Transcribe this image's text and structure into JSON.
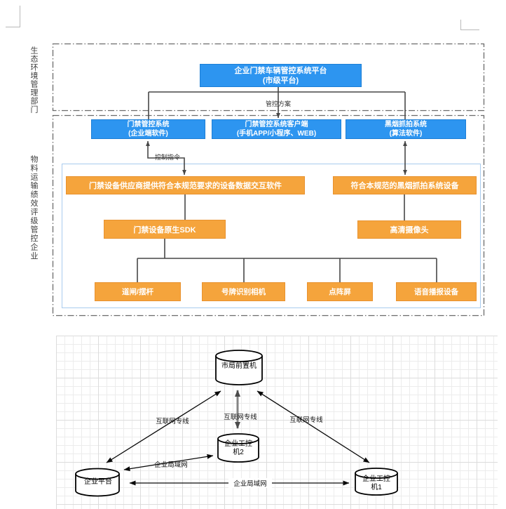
{
  "top_diagram": {
    "region1_label": "生态环境管理部门",
    "region2_label": "物料运输绩效评级管控企业",
    "platform": {
      "line1": "企业门禁车辆管控系统平台",
      "line2": "(市级平台)"
    },
    "plan_label": "管控方案",
    "cmd_label": "控制指令",
    "systems": [
      {
        "line1": "门禁管控系统",
        "line2": "(企业端软件)"
      },
      {
        "line1": "门禁管控系统客户端",
        "line2": "(手机APP/小程序、WEB)"
      },
      {
        "line1": "黑烟抓拍系统",
        "line2": "(算法软件)"
      }
    ],
    "orange": {
      "interchange": "门禁设备供应商提供符合本规范要求的设备数据交互软件",
      "smoke_device": "符合本规范的黑烟抓拍系统设备",
      "sdk": "门禁设备原生SDK",
      "camera": "高清摄像头",
      "peripherals": [
        "道闸/摆杆",
        "号牌识别相机",
        "点阵屏",
        "语音播报设备"
      ]
    }
  },
  "bottom_diagram": {
    "nodes": {
      "city_server": "市局前置机",
      "platform": "企业平台",
      "ipc2": {
        "line1": "企业工控",
        "line2": "机2"
      },
      "ipc1": {
        "line1": "企业工控",
        "line2": "机1"
      }
    },
    "edge_labels": {
      "internet_left": "互联网专线",
      "internet_mid": "互联网专线",
      "internet_right": "互联网专线",
      "lan_diag": "企业局域网",
      "lan_horiz": "企业局域网"
    }
  },
  "colors": {
    "blue_node": "#2D95F0",
    "orange_node": "#F5A43C",
    "inner_border": "#A8CBEE",
    "region_border": "#6b6b6b",
    "connector": "#474747"
  }
}
